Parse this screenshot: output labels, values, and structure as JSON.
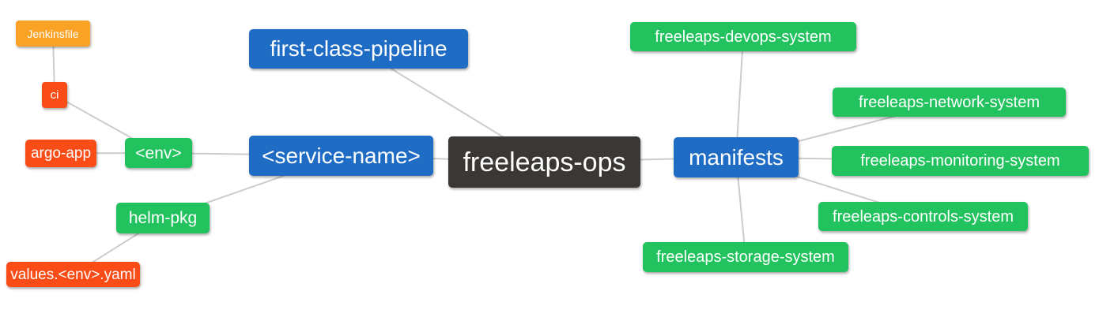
{
  "diagram": {
    "type": "mindmap",
    "background": "#ffffff",
    "edge_color": "#cccccc",
    "text_color": "#ffffff",
    "palette": {
      "blue": "#1f6cc5",
      "green": "#22c35e",
      "red": "#f94c17",
      "orange": "#f9a226",
      "dark": "#3a3734"
    },
    "root_label": "freeleaps-ops",
    "nodes": [
      {
        "id": "jenkinsfile",
        "label": "Jenkinsfile",
        "color": "orange"
      },
      {
        "id": "ci",
        "label": "ci",
        "color": "red"
      },
      {
        "id": "argo-app",
        "label": "argo-app",
        "color": "red"
      },
      {
        "id": "env",
        "label": "<env>",
        "color": "green"
      },
      {
        "id": "helm-pkg",
        "label": "helm-pkg",
        "color": "green"
      },
      {
        "id": "values-env-yaml",
        "label": "values.<env>.yaml",
        "color": "red"
      },
      {
        "id": "first-class-pipeline",
        "label": "first-class-pipeline",
        "color": "blue"
      },
      {
        "id": "service-name",
        "label": "<service-name>",
        "color": "blue"
      },
      {
        "id": "freeleaps-ops",
        "label": "freeleaps-ops",
        "color": "dark"
      },
      {
        "id": "manifests",
        "label": "manifests",
        "color": "blue"
      },
      {
        "id": "freeleaps-devops-system",
        "label": "freeleaps-devops-system",
        "color": "green"
      },
      {
        "id": "freeleaps-network-system",
        "label": "freeleaps-network-system",
        "color": "green"
      },
      {
        "id": "freeleaps-monitoring-system",
        "label": "freeleaps-monitoring-system",
        "color": "green"
      },
      {
        "id": "freeleaps-controls-system",
        "label": "freeleaps-controls-system",
        "color": "green"
      },
      {
        "id": "freeleaps-storage-system",
        "label": "freeleaps-storage-system",
        "color": "green"
      }
    ],
    "edges": [
      {
        "from": "jenkinsfile",
        "to": "ci"
      },
      {
        "from": "ci",
        "to": "env"
      },
      {
        "from": "argo-app",
        "to": "env"
      },
      {
        "from": "env",
        "to": "service-name"
      },
      {
        "from": "helm-pkg",
        "to": "service-name"
      },
      {
        "from": "values-env-yaml",
        "to": "helm-pkg"
      },
      {
        "from": "first-class-pipeline",
        "to": "freeleaps-ops"
      },
      {
        "from": "service-name",
        "to": "freeleaps-ops"
      },
      {
        "from": "freeleaps-ops",
        "to": "manifests"
      },
      {
        "from": "manifests",
        "to": "freeleaps-devops-system"
      },
      {
        "from": "manifests",
        "to": "freeleaps-network-system"
      },
      {
        "from": "manifests",
        "to": "freeleaps-monitoring-system"
      },
      {
        "from": "manifests",
        "to": "freeleaps-controls-system"
      },
      {
        "from": "manifests",
        "to": "freeleaps-storage-system"
      }
    ]
  }
}
